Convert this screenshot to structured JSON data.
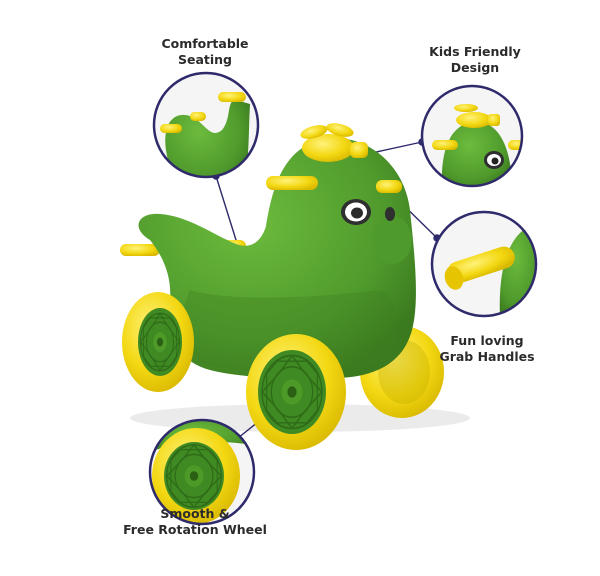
{
  "features": {
    "seating": {
      "line1": "Comfortable",
      "line2": "Seating"
    },
    "design": {
      "line1": "Kids Friendly",
      "line2": "Design"
    },
    "handles": {
      "line1": "Fun loving",
      "line2": "Grab Handles"
    },
    "wheel": {
      "line1": "Smooth &",
      "line2": "Free Rotation Wheel"
    }
  },
  "colors": {
    "body_green": "#5aa332",
    "dark_green": "#3f7d22",
    "handle_yellow": "#f6dc16",
    "callout_ring": "#2e2a6b"
  },
  "icons": [
    "ride-on-toy-illustration",
    "callout-seat",
    "callout-head",
    "callout-handle",
    "callout-wheel"
  ]
}
